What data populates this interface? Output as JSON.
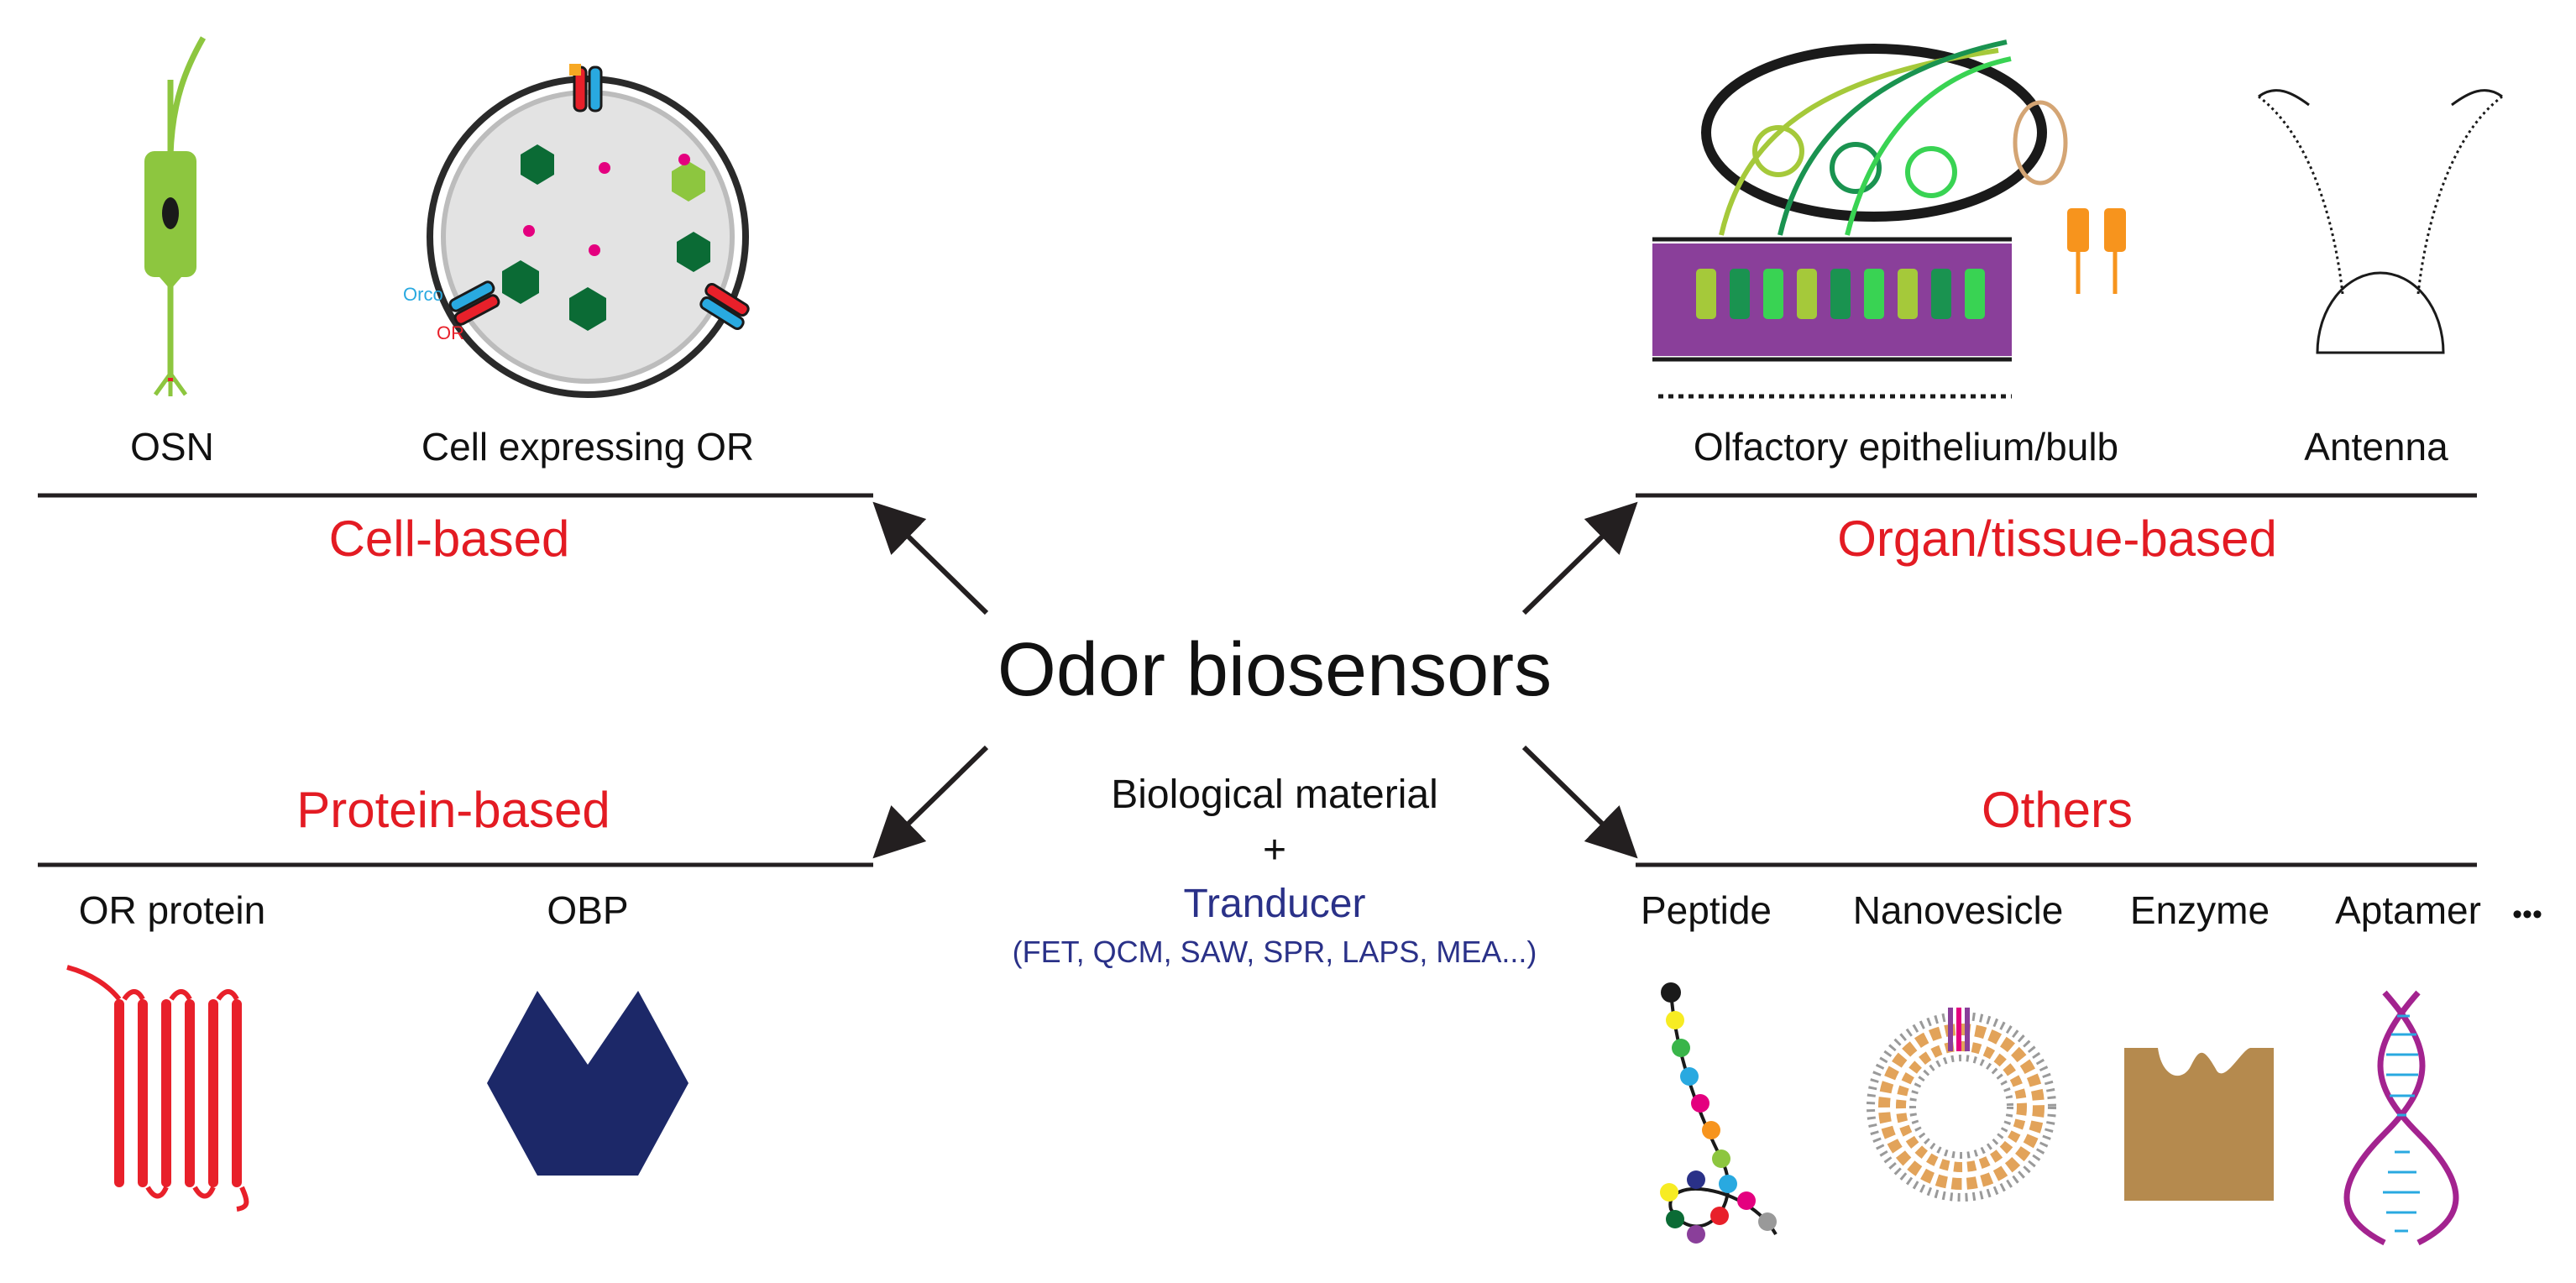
{
  "center_title": "Odor biosensors",
  "components": {
    "material": "Biological material",
    "plus": "+",
    "transducer": "Tranducer",
    "examples": "(FET, QCM, SAW, SPR, LAPS, MEA...)"
  },
  "categories": {
    "cell": "Cell-based",
    "organ": "Organ/tissue-based",
    "protein": "Protein-based",
    "others": "Others"
  },
  "items": {
    "osn": "OSN",
    "cell_or": "Cell expressing OR",
    "orco": "Orco",
    "or_small": "OR",
    "olfactory": "Olfactory epithelium/bulb",
    "antenna": "Antenna",
    "or_protein": "OR protein",
    "obp": "OBP",
    "peptide": "Peptide",
    "nanovesicle": "Nanovesicle",
    "enzyme": "Enzyme",
    "aptamer": "Aptamer",
    "ellipsis": "•••"
  },
  "colors": {
    "category_red": "#e31b23",
    "transducer_blue": "#2a3188",
    "osn_green": "#8dc63f",
    "obp_navy": "#1c2868",
    "enzyme_tan": "#b58a4e",
    "epithelium_purple": "#8a3f9a",
    "or_red": "#e8202a"
  }
}
